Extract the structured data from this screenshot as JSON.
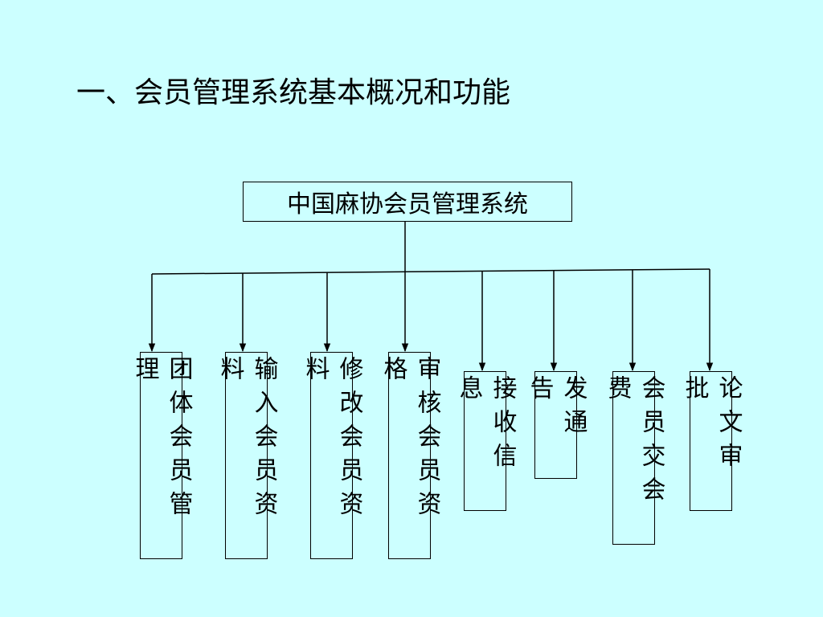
{
  "title": "一、会员管理系统基本概况和功能",
  "root": "中国麻协会员管理系统",
  "colors": {
    "background": "#ccffff",
    "line": "#000000"
  },
  "children": [
    {
      "id": "group-member-management",
      "label": "团体会员管理"
    },
    {
      "id": "enter-member-data",
      "label": "输入会员资料"
    },
    {
      "id": "modify-member-data",
      "label": "修改会员资料"
    },
    {
      "id": "review-member-qualification",
      "label": "审核会员资格"
    },
    {
      "id": "receive-information",
      "label": "接收信息"
    },
    {
      "id": "send-notice",
      "label": "发通告"
    },
    {
      "id": "member-dues",
      "label": "会员交会费"
    },
    {
      "id": "paper-approval",
      "label": "论文审批"
    }
  ]
}
